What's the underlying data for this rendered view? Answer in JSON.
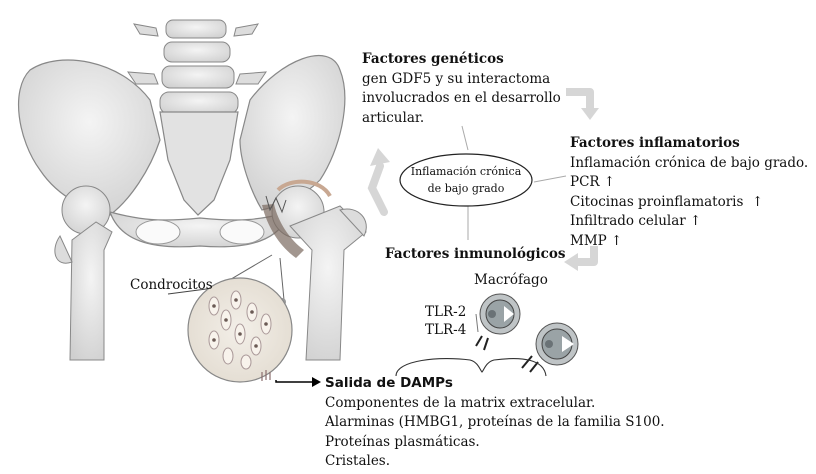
{
  "center": {
    "line1": "Inflamación crónica",
    "line2": "de bajo grado"
  },
  "genetic": {
    "title": "Factores genéticos",
    "lines": [
      "gen GDF5 y su interactoma",
      "involucrados en el desarrollo",
      "articular."
    ]
  },
  "inflammatory": {
    "title": "Factores inflamatorios",
    "lines": [
      "Inflamación crónica de bajo grado.",
      "PCR ↑",
      "Citocinas proinflamatoris  ↑",
      "Infiltrado celular ↑",
      "MMP ↑"
    ]
  },
  "immunological": {
    "title": "Factores inmunológicos",
    "macrophage": "Macrófago",
    "tlr2": "TLR-2",
    "tlr4": "TLR-4"
  },
  "chondrocytes": "Condrocitos",
  "damps": {
    "title": "Salida de DAMPs",
    "lines": [
      "Componentes de la matrix extracelular.",
      "Alarminas (HMBG1, proteínas de la familia S100.",
      "Proteínas plasmáticas.",
      "Cristales."
    ]
  },
  "colors": {
    "bone": "#e9e9e9",
    "bone_edge": "#8a8a8a",
    "arrow": "#d6d6d6",
    "cartilage": "#c8a892"
  }
}
